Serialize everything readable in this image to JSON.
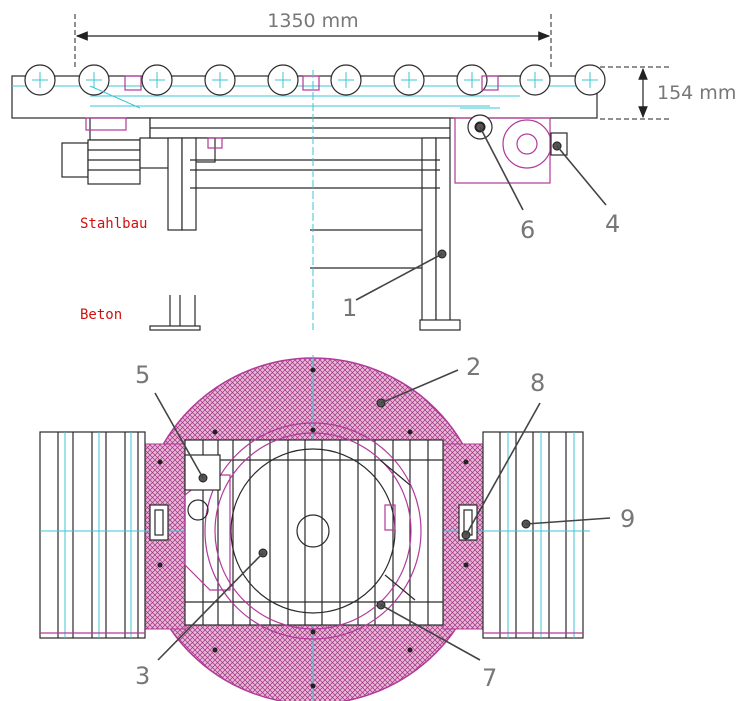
{
  "dimensions": {
    "width_label": "1350 mm",
    "height_label": "154 mm"
  },
  "notes": {
    "steel": "Stahlbau",
    "concrete": "Beton"
  },
  "callouts": {
    "c1": "1",
    "c2": "2",
    "c3": "3",
    "c4": "4",
    "c5": "5",
    "c6": "6",
    "c7": "7",
    "c8": "8",
    "c9": "9"
  },
  "colors": {
    "outline": "#2a2a2a",
    "centerline": "#3cc6d6",
    "turntable": "#b23a9a",
    "annotation": "#d01010"
  }
}
